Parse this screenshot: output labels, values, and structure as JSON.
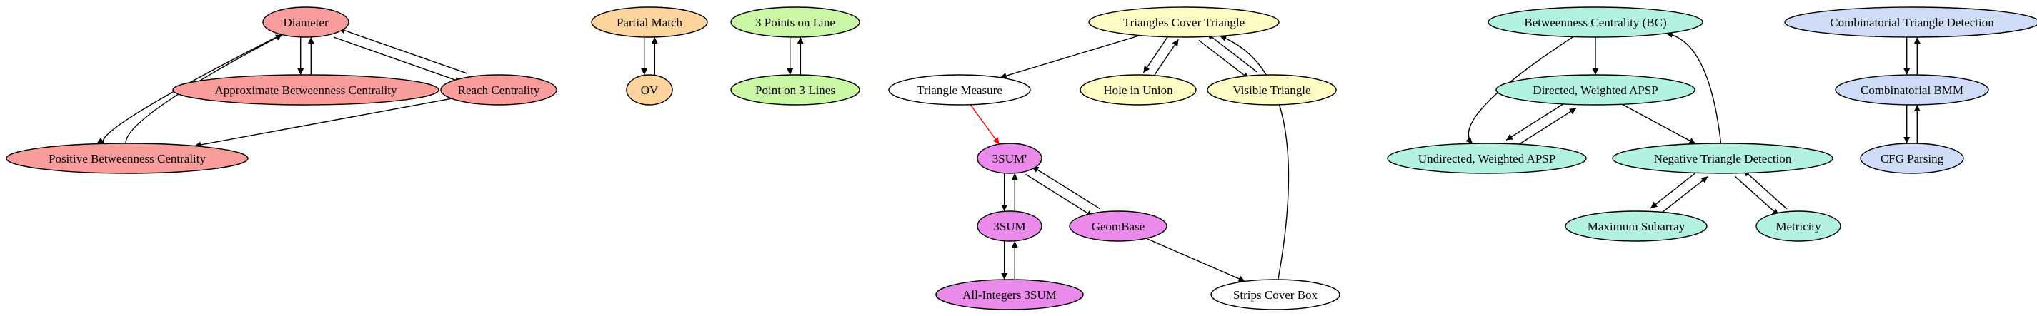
{
  "palette": {
    "red": "#f89c9c",
    "orange": "#fdd49e",
    "green": "#c9f7a6",
    "yellow": "#fefcc4",
    "white": "#ffffff",
    "magenta": "#ea8beb",
    "teal": "#b3f1e1",
    "blue": "#cfdcf7",
    "edge": "#000000",
    "edge_highlight": "#ff0000"
  },
  "nodes": [
    {
      "id": "diameter",
      "label": "Diameter",
      "color": "red"
    },
    {
      "id": "approx_bc",
      "label": "Approximate Betweenness Centrality",
      "color": "red"
    },
    {
      "id": "reach",
      "label": "Reach Centrality",
      "color": "red"
    },
    {
      "id": "pos_bc",
      "label": "Positive Betweenness Centrality",
      "color": "red"
    },
    {
      "id": "partial_match",
      "label": "Partial Match",
      "color": "orange"
    },
    {
      "id": "ov",
      "label": "OV",
      "color": "orange"
    },
    {
      "id": "three_points",
      "label": "3 Points on Line",
      "color": "green"
    },
    {
      "id": "point_three_lines",
      "label": "Point on 3 Lines",
      "color": "green"
    },
    {
      "id": "triangles_cover",
      "label": "Triangles Cover Triangle",
      "color": "yellow"
    },
    {
      "id": "triangle_measure",
      "label": "Triangle Measure",
      "color": "white"
    },
    {
      "id": "hole_union",
      "label": "Hole in Union",
      "color": "yellow"
    },
    {
      "id": "visible_triangle",
      "label": "Visible Triangle",
      "color": "yellow"
    },
    {
      "id": "threesum_prime",
      "label": "3SUM'",
      "color": "magenta"
    },
    {
      "id": "threesum",
      "label": "3SUM",
      "color": "magenta"
    },
    {
      "id": "geombase",
      "label": "GeomBase",
      "color": "magenta"
    },
    {
      "id": "all_int_3sum",
      "label": "All-Integers 3SUM",
      "color": "magenta"
    },
    {
      "id": "strips_cover",
      "label": "Strips Cover Box",
      "color": "white"
    },
    {
      "id": "bc",
      "label": "Betweenness Centrality (BC)",
      "color": "teal"
    },
    {
      "id": "dir_apsp",
      "label": "Directed, Weighted APSP",
      "color": "teal"
    },
    {
      "id": "undir_apsp",
      "label": "Undirected, Weighted APSP",
      "color": "teal"
    },
    {
      "id": "neg_tri",
      "label": "Negative Triangle Detection",
      "color": "teal"
    },
    {
      "id": "max_subarray",
      "label": "Maximum Subarray",
      "color": "teal"
    },
    {
      "id": "metricity",
      "label": "Metricity",
      "color": "teal"
    },
    {
      "id": "comb_tri",
      "label": "Combinatorial Triangle Detection",
      "color": "blue"
    },
    {
      "id": "comb_bmm",
      "label": "Combinatorial BMM",
      "color": "blue"
    },
    {
      "id": "cfg_parsing",
      "label": "CFG Parsing",
      "color": "blue"
    }
  ],
  "edges": [
    {
      "from": "diameter",
      "to": "approx_bc"
    },
    {
      "from": "approx_bc",
      "to": "diameter"
    },
    {
      "from": "diameter",
      "to": "reach"
    },
    {
      "from": "reach",
      "to": "diameter"
    },
    {
      "from": "diameter",
      "to": "pos_bc"
    },
    {
      "from": "pos_bc",
      "to": "diameter"
    },
    {
      "from": "reach",
      "to": "pos_bc"
    },
    {
      "from": "partial_match",
      "to": "ov"
    },
    {
      "from": "ov",
      "to": "partial_match"
    },
    {
      "from": "three_points",
      "to": "point_three_lines"
    },
    {
      "from": "point_three_lines",
      "to": "three_points"
    },
    {
      "from": "triangles_cover",
      "to": "triangle_measure"
    },
    {
      "from": "triangles_cover",
      "to": "hole_union"
    },
    {
      "from": "hole_union",
      "to": "triangles_cover"
    },
    {
      "from": "triangles_cover",
      "to": "visible_triangle"
    },
    {
      "from": "visible_triangle",
      "to": "triangles_cover"
    },
    {
      "from": "triangle_measure",
      "to": "threesum_prime",
      "highlight": true
    },
    {
      "from": "threesum_prime",
      "to": "threesum"
    },
    {
      "from": "threesum",
      "to": "threesum_prime"
    },
    {
      "from": "threesum_prime",
      "to": "geombase"
    },
    {
      "from": "geombase",
      "to": "threesum_prime"
    },
    {
      "from": "threesum",
      "to": "all_int_3sum"
    },
    {
      "from": "all_int_3sum",
      "to": "threesum"
    },
    {
      "from": "geombase",
      "to": "strips_cover"
    },
    {
      "from": "strips_cover",
      "to": "triangles_cover"
    },
    {
      "from": "bc",
      "to": "dir_apsp"
    },
    {
      "from": "bc",
      "to": "undir_apsp"
    },
    {
      "from": "dir_apsp",
      "to": "undir_apsp"
    },
    {
      "from": "undir_apsp",
      "to": "dir_apsp"
    },
    {
      "from": "dir_apsp",
      "to": "neg_tri"
    },
    {
      "from": "neg_tri",
      "to": "bc"
    },
    {
      "from": "neg_tri",
      "to": "max_subarray"
    },
    {
      "from": "max_subarray",
      "to": "neg_tri"
    },
    {
      "from": "neg_tri",
      "to": "metricity"
    },
    {
      "from": "metricity",
      "to": "neg_tri"
    },
    {
      "from": "comb_tri",
      "to": "comb_bmm"
    },
    {
      "from": "comb_bmm",
      "to": "comb_tri"
    },
    {
      "from": "comb_bmm",
      "to": "cfg_parsing"
    },
    {
      "from": "cfg_parsing",
      "to": "comb_bmm"
    }
  ]
}
